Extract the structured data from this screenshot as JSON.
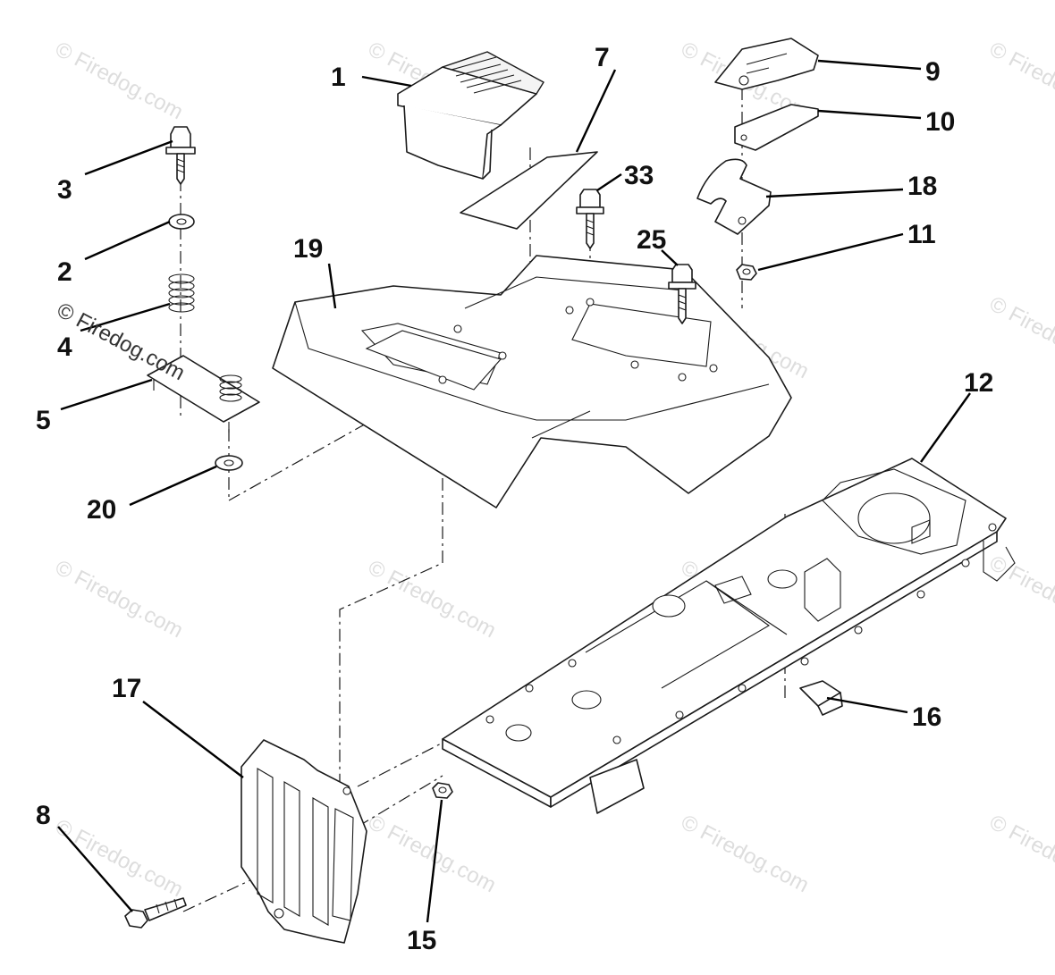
{
  "callouts": [
    {
      "id": "1",
      "label": "1"
    },
    {
      "id": "2",
      "label": "2"
    },
    {
      "id": "3",
      "label": "3"
    },
    {
      "id": "4",
      "label": "4"
    },
    {
      "id": "5",
      "label": "5"
    },
    {
      "id": "7",
      "label": "7"
    },
    {
      "id": "8",
      "label": "8"
    },
    {
      "id": "9",
      "label": "9"
    },
    {
      "id": "10",
      "label": "10"
    },
    {
      "id": "11",
      "label": "11"
    },
    {
      "id": "12",
      "label": "12"
    },
    {
      "id": "15",
      "label": "15"
    },
    {
      "id": "16",
      "label": "16"
    },
    {
      "id": "17",
      "label": "17"
    },
    {
      "id": "18",
      "label": "18"
    },
    {
      "id": "19",
      "label": "19"
    },
    {
      "id": "20",
      "label": "20"
    },
    {
      "id": "25",
      "label": "25"
    },
    {
      "id": "33",
      "label": "33"
    }
  ],
  "watermark": {
    "main": "© Firedog.com",
    "tile": "© Firedog.com"
  }
}
